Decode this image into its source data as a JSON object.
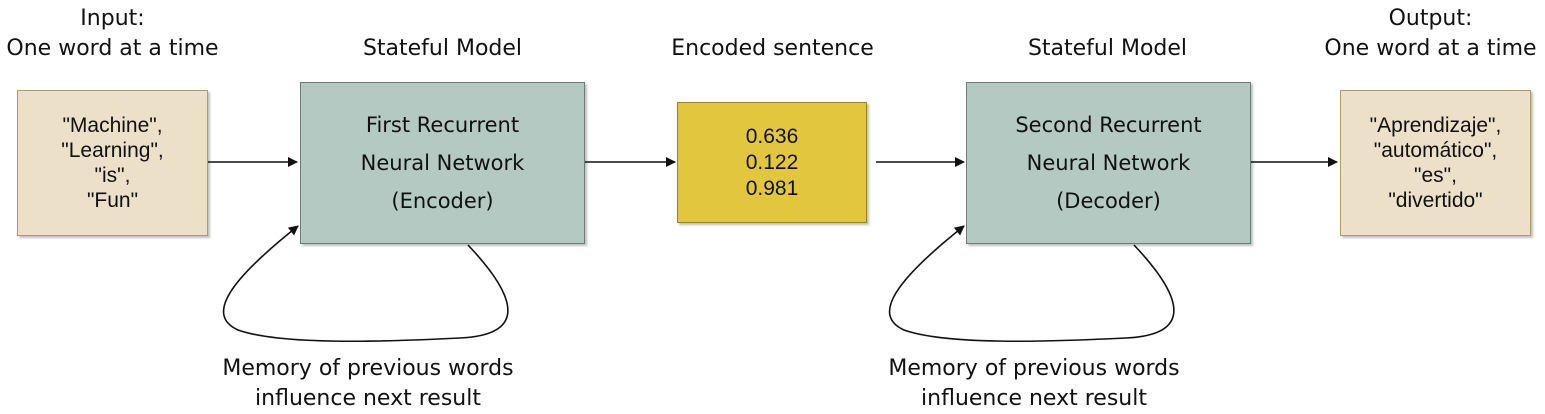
{
  "input": {
    "heading": [
      "Input:",
      "One word at a time"
    ],
    "words": [
      "\"Machine\",",
      "\"Learning\",",
      "\"is\",",
      "\"Fun\""
    ]
  },
  "encoder": {
    "heading": "Stateful Model",
    "lines": [
      "First Recurrent",
      "Neural Network",
      "(Encoder)"
    ],
    "memory_caption": [
      "Memory of previous words",
      "influence next result"
    ]
  },
  "encoded": {
    "heading": "Encoded sentence",
    "values": [
      "0.636",
      "0.122",
      "0.981"
    ]
  },
  "decoder": {
    "heading": "Stateful Model",
    "lines": [
      "Second Recurrent",
      "Neural Network",
      "(Decoder)"
    ],
    "memory_caption": [
      "Memory of previous words",
      "influence next result"
    ]
  },
  "output": {
    "heading": [
      "Output:",
      "One word at a time"
    ],
    "words": [
      "\"Aprendizaje\",",
      "\"automático\",",
      "\"es\",",
      "\"divertido\""
    ]
  },
  "colors": {
    "io_fill": "#ede0c8",
    "rnn_fill": "#b4c9c1",
    "encoded_fill": "#e1c63e"
  }
}
